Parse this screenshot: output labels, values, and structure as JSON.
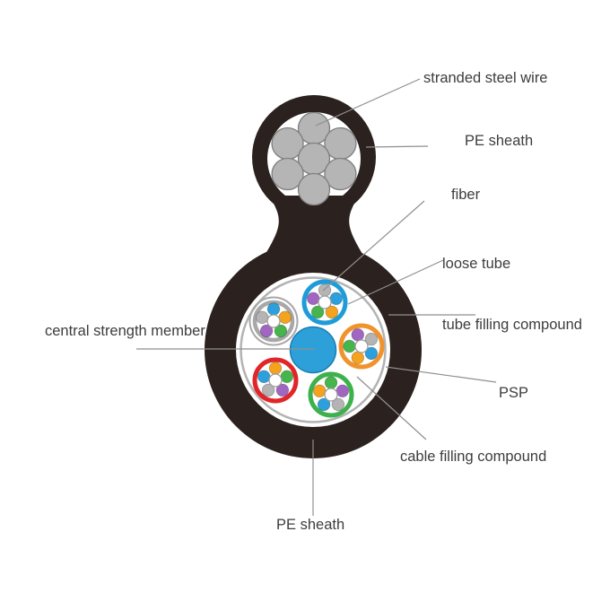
{
  "labels": {
    "stranded_steel_wire": "stranded steel wire",
    "pe_sheath_top": "PE sheath",
    "fiber": "fiber",
    "loose_tube": "loose tube",
    "tube_filling_compound": "tube filling compound",
    "psp": "PSP",
    "cable_filling_compound": "cable filling compound",
    "pe_sheath_bottom": "PE sheath",
    "central_strength_member": "central strength member"
  },
  "colors": {
    "background": "#ffffff",
    "sheath": "#2b211e",
    "steel_wire": "#b5b5b6",
    "steel_wire_outline": "#7f7f80",
    "psp_ring": "#b3b3b3",
    "strength_member": "#2da0da",
    "strength_member_outline": "#1a7db0",
    "tube_blue": "#1e9cd7",
    "tube_gray": "#a8a8a9",
    "tube_orange": "#f0932c",
    "tube_red": "#e12629",
    "tube_green": "#3db14c",
    "fiber_blue": "#2ba0dd",
    "fiber_orange": "#f5a21d",
    "fiber_purple": "#a066c1",
    "fiber_green": "#45b54c",
    "fiber_gray": "#b4b4b5",
    "leader_line": "#8f8f8f",
    "label_text": "#3d3d3d"
  }
}
